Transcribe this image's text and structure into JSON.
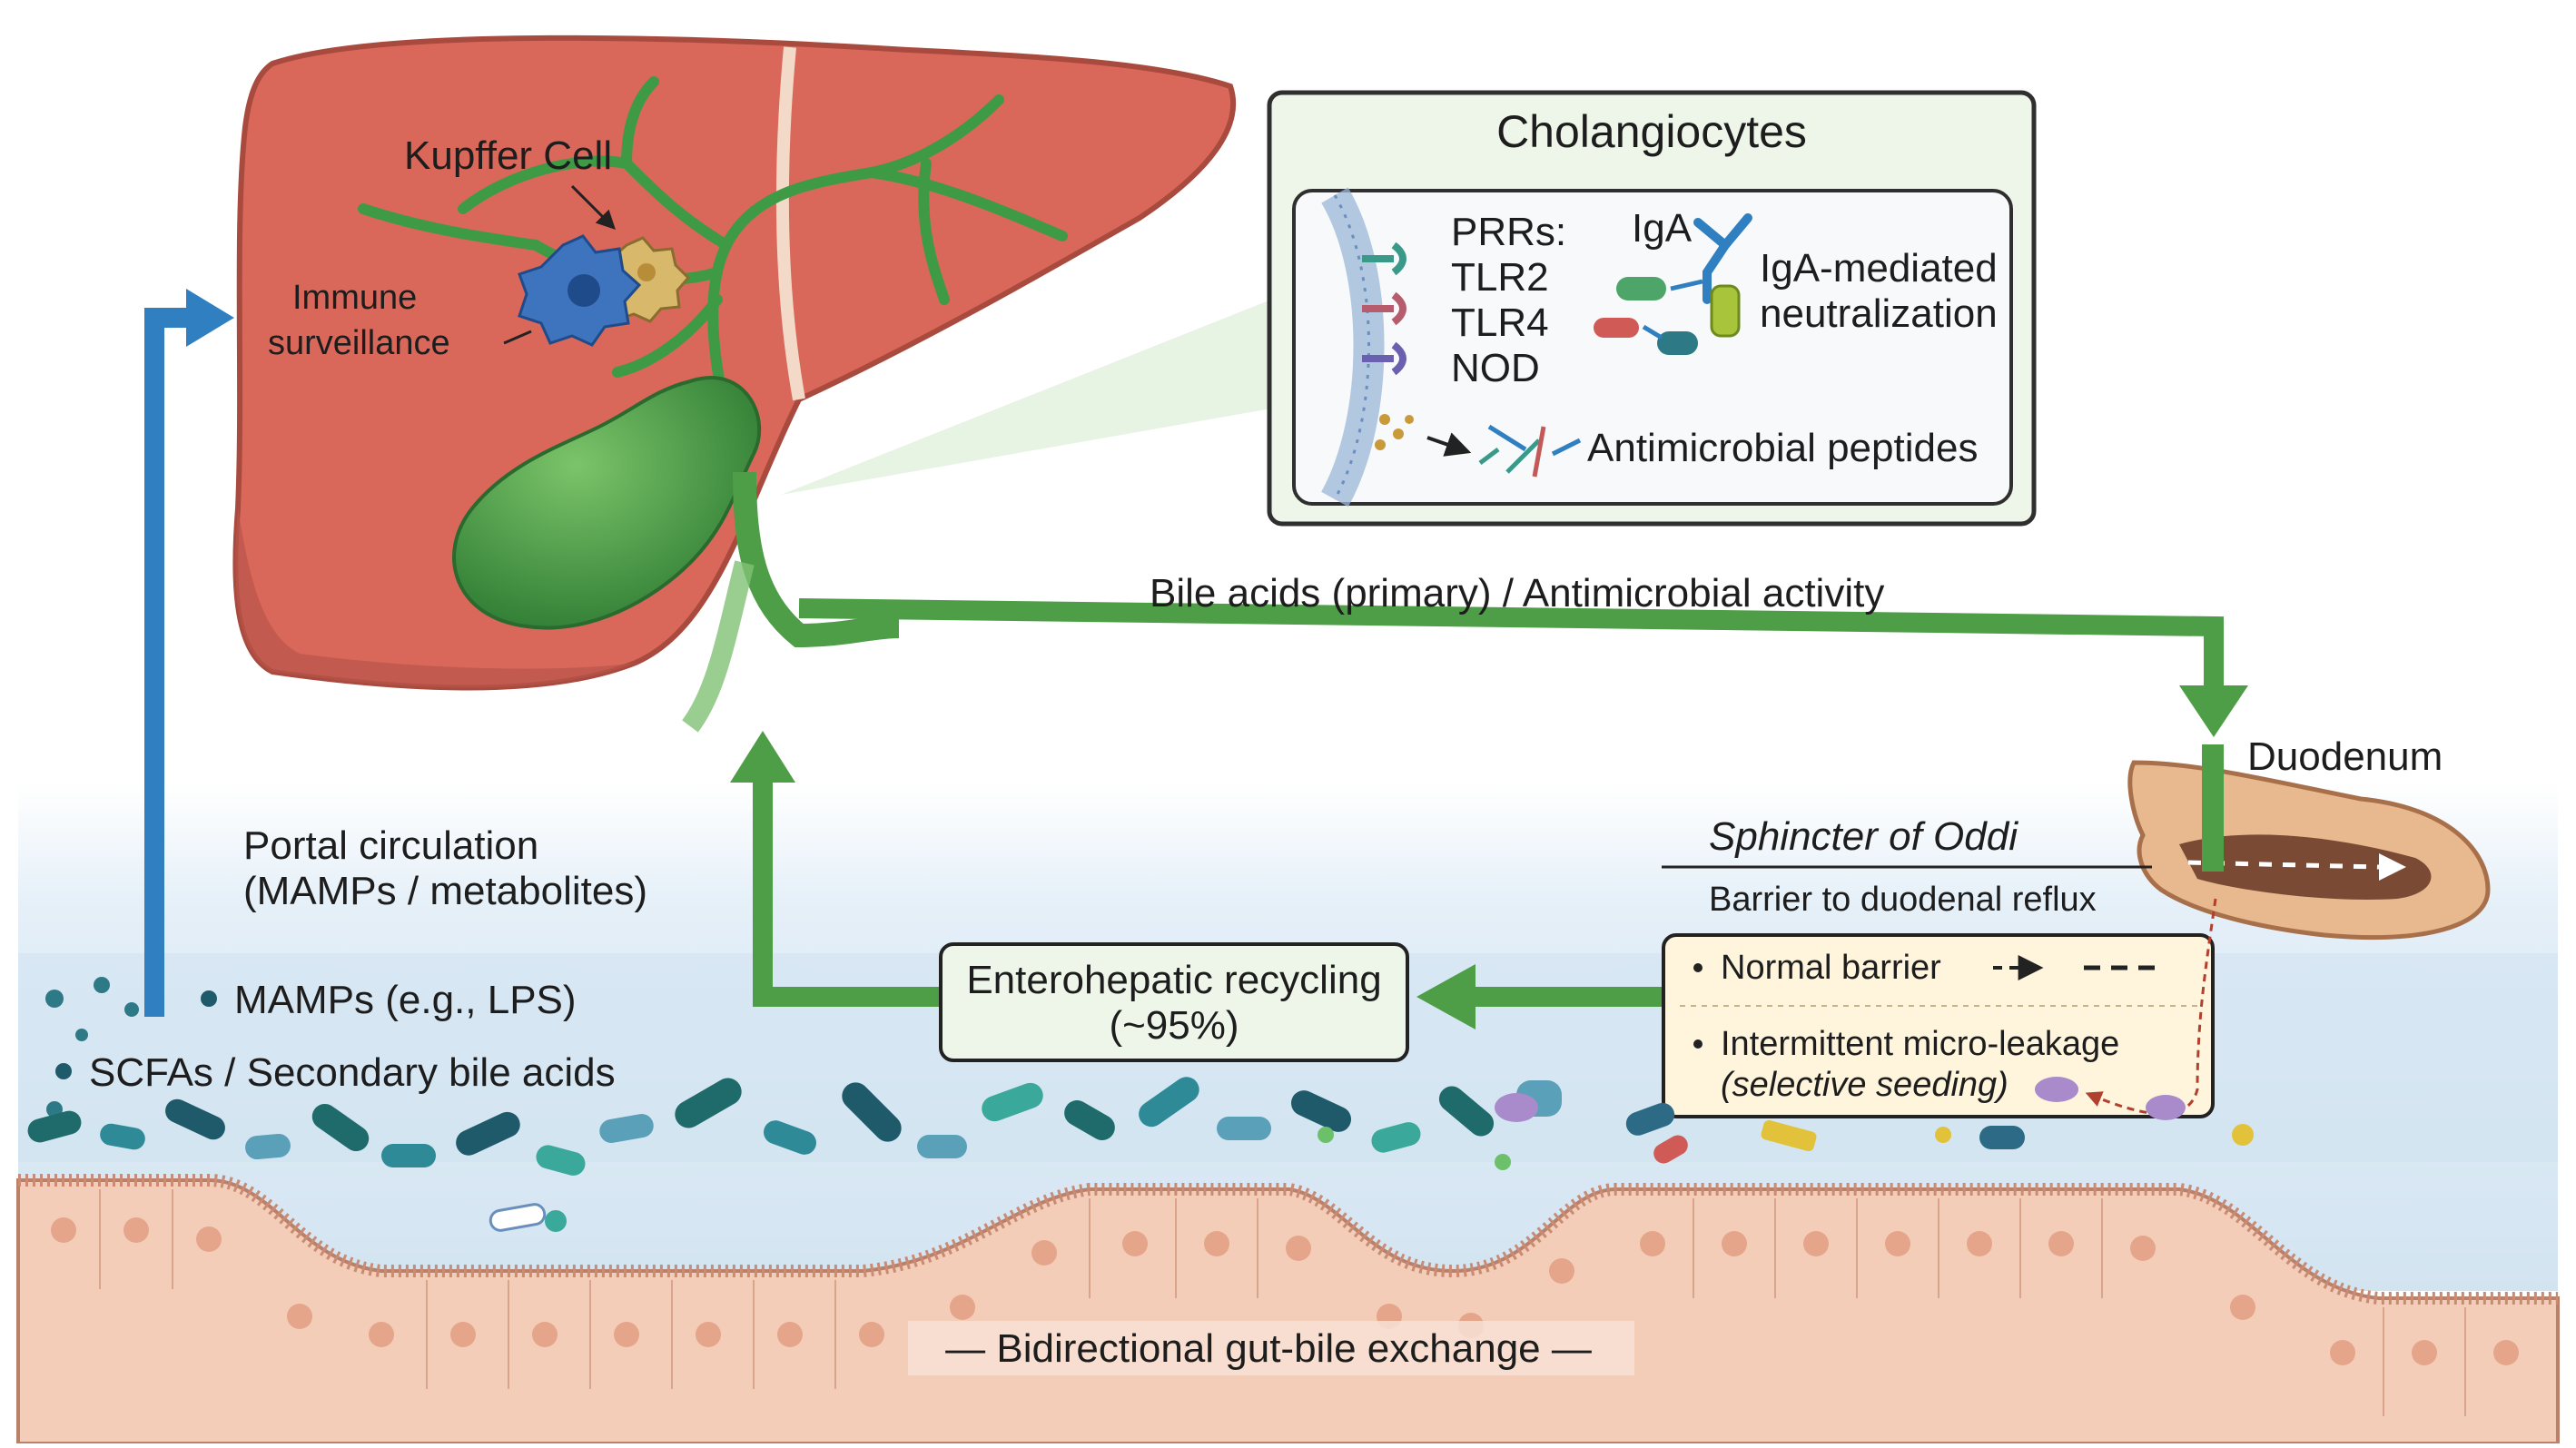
{
  "liver": {
    "kupffer_label": "Kupffer Cell",
    "immune_label_1": "Immune",
    "immune_label_2": "surveillance"
  },
  "cholangiocytes": {
    "title": "Cholangiocytes",
    "prrs_label": "PRRs:",
    "receptors": [
      "TLR2",
      "TLR4",
      "NOD"
    ],
    "iga_label": "IgA",
    "iga_text_1": "IgA-mediated",
    "iga_text_2": "neutralization",
    "amp_label": "Antimicrobial peptides"
  },
  "bile_flow": {
    "label": "Bile acids (primary) / Antimicrobial activity"
  },
  "duodenum": {
    "label": "Duodenum",
    "sphincter_label": "Sphincter of Oddi",
    "barrier_label": "Barrier to duodenal reflux",
    "normal_barrier": "Normal barrier",
    "leakage_1": "Intermittent micro-leakage",
    "leakage_2": "(selective seeding)"
  },
  "portal": {
    "line1": "Portal circulation",
    "line2": "(MAMPs / metabolites)",
    "mamps": "MAMPs (e.g., LPS)",
    "scfas": "SCFAs / Secondary bile acids"
  },
  "recycling": {
    "line1": "Enterohepatic recycling",
    "line2": "(~95%)"
  },
  "gut": {
    "footer": "— Bidirectional gut-bile exchange —"
  },
  "colors": {
    "liver": "#d9685a",
    "bile_green": "#4e9e48",
    "portal_blue": "#2f7fc1",
    "lumen_blue": "#dbe9f4",
    "epithelium": "#f3cdb8"
  }
}
